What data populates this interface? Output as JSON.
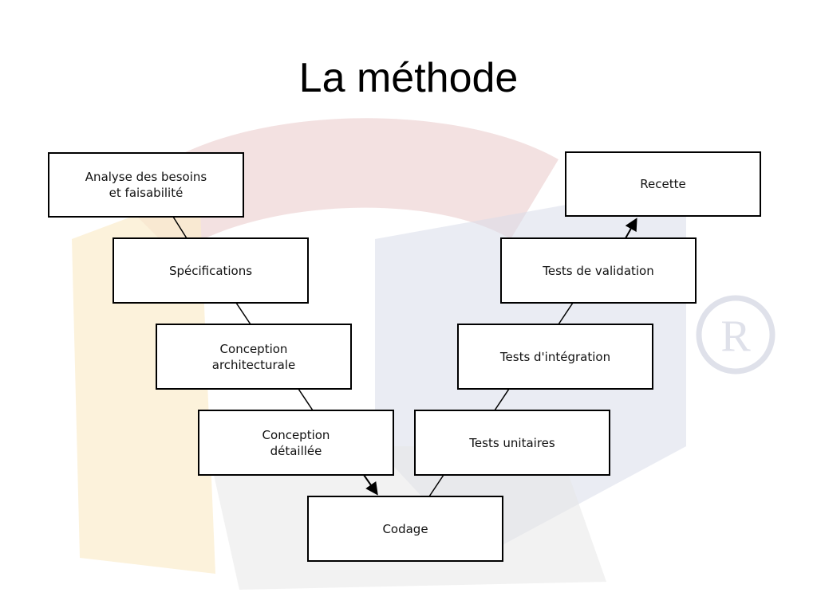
{
  "slide": {
    "title": "La méthode"
  },
  "watermark": {
    "icon": "registered-trademark-icon",
    "symbol": "R",
    "colors": {
      "red": "#e9c9c9",
      "yellow": "#fbeccc",
      "blue": "#d9dce9",
      "gray": "#e6e6e6"
    }
  },
  "diagram": {
    "type": "v-model",
    "steps": {
      "analyse": "Analyse des besoins\net faisabilité",
      "specifications": "Spécifications",
      "conception_architecturale": "Conception\narchitecturale",
      "conception_detaillee": "Conception\ndétaillée",
      "codage": "Codage",
      "tests_unitaires": "Tests unitaires",
      "tests_integration": "Tests d'intégration",
      "tests_validation": "Tests de validation",
      "recette": "Recette"
    },
    "edges": [
      {
        "from": "analyse",
        "to": "specifications",
        "arrow": false
      },
      {
        "from": "specifications",
        "to": "conception_architecturale",
        "arrow": false
      },
      {
        "from": "conception_architecturale",
        "to": "conception_detaillee",
        "arrow": false
      },
      {
        "from": "conception_detaillee",
        "to": "codage",
        "arrow": true
      },
      {
        "from": "codage",
        "to": "tests_unitaires",
        "arrow": false
      },
      {
        "from": "tests_unitaires",
        "to": "tests_integration",
        "arrow": false
      },
      {
        "from": "tests_integration",
        "to": "tests_validation",
        "arrow": false
      },
      {
        "from": "tests_validation",
        "to": "recette",
        "arrow": true
      }
    ],
    "colors": {
      "stroke": "#000000",
      "box_fill": "#ffffff",
      "text": "#111111"
    }
  }
}
